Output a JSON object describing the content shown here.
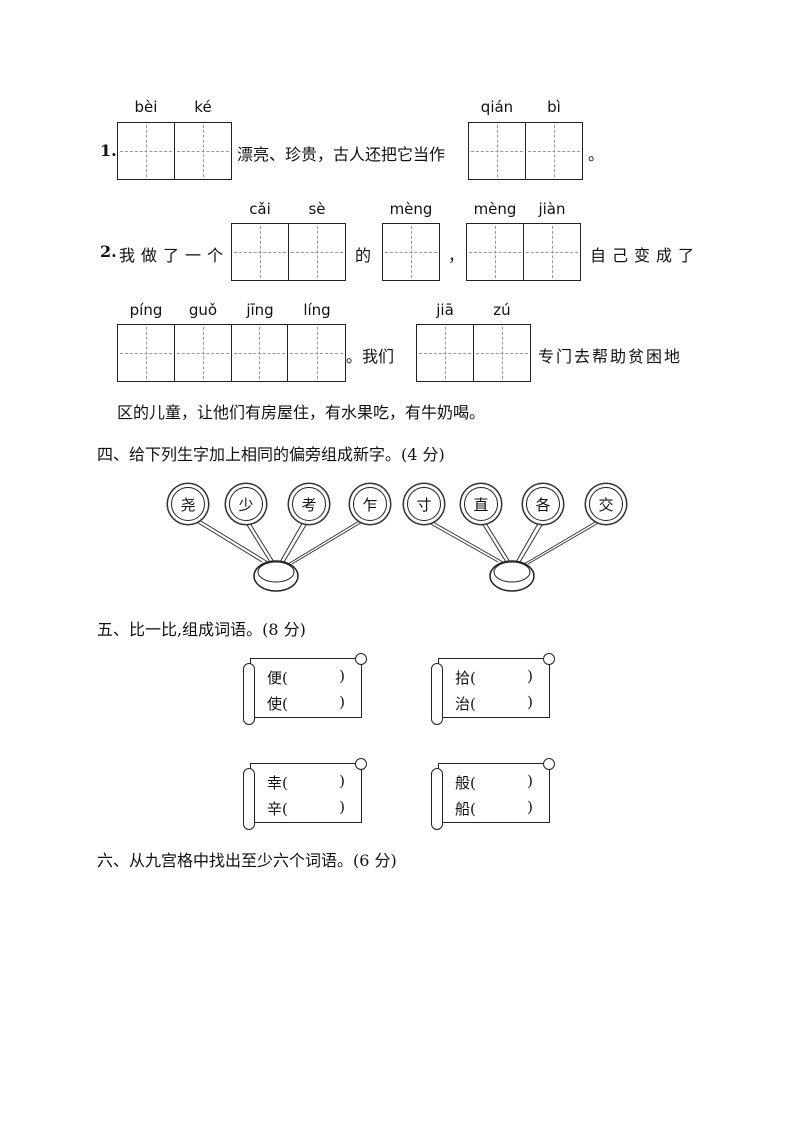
{
  "q1": {
    "num": "1.",
    "py1": [
      "bèi",
      "ké"
    ],
    "mid": "漂亮、珍贵，古人还把它当作",
    "py2": [
      "qián",
      "bì"
    ],
    "end": "。"
  },
  "q2": {
    "num": "2.",
    "lead": "我做了一个",
    "py_caise": [
      "cǎi",
      "sè"
    ],
    "de": "的",
    "py_meng": [
      "mèng"
    ],
    "comma": "，",
    "py_mengjian": [
      "mèng",
      "jiàn"
    ],
    "tail": "自己变成了",
    "py_pingguo": [
      "píng",
      "guǒ",
      "jīng",
      "líng"
    ],
    "women": "。我们",
    "py_jiazu": [
      "jiā",
      "zú"
    ],
    "tail2": "专门去帮助贫困地",
    "line3": "区的儿童，让他们有房屋住，有水果吃，有牛奶喝。"
  },
  "section4": {
    "title": "四、给下列生字加上相同的偏旁组成新字。(4 分)",
    "left_chars": [
      "尧",
      "少",
      "考",
      "乍"
    ],
    "right_chars": [
      "寸",
      "直",
      "各",
      "交"
    ]
  },
  "section5": {
    "title": "五、比一比,组成词语。(8 分)",
    "scrolls": [
      {
        "a": "便(",
        "b": "使(",
        "close": ")"
      },
      {
        "a": "拾(",
        "b": "治(",
        "close": ")"
      },
      {
        "a": "幸(",
        "b": "辛(",
        "close": ")"
      },
      {
        "a": "般(",
        "b": "船(",
        "close": ")"
      }
    ]
  },
  "section6": {
    "title": "六、从九宫格中找出至少六个词语。(6 分)"
  }
}
